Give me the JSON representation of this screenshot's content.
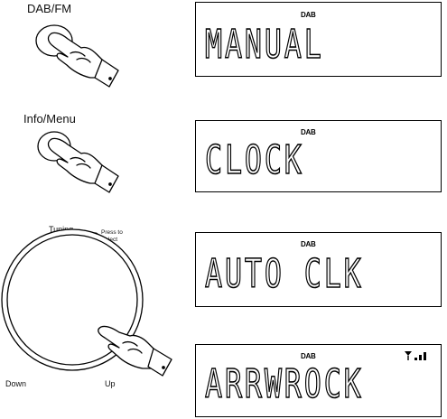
{
  "buttons": {
    "dab_fm": "DAB/FM",
    "info_menu": "Info/Menu"
  },
  "dial": {
    "tuning_label": "Tuning",
    "press_to": "Press to",
    "select": "Select",
    "down": "Down",
    "up": "Up"
  },
  "displays": [
    {
      "indicator": "DAB",
      "text": "MANUAL"
    },
    {
      "indicator": "DAB",
      "text": "CLOCK"
    },
    {
      "indicator": "DAB",
      "text": "AUTO CLK"
    },
    {
      "indicator": "DAB",
      "text": "ARRWROCK"
    }
  ]
}
